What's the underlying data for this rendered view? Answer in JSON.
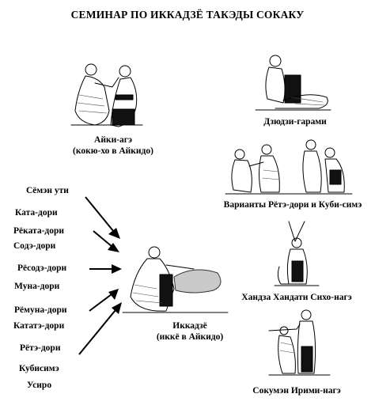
{
  "title": "СЕМИНАР ПО ИККАДЗЁ ТАКЭДЫ СОКАКУ",
  "captions": {
    "aiki_age": [
      "Айки-агэ",
      "(кокю-хо в Айкидо)"
    ],
    "dzyudzi_garami": [
      "Дзюдзи-гарами"
    ],
    "variants": [
      "Варианты Рётэ-дори и Куби-симэ"
    ],
    "handza": [
      "Хандза Хандати Сихо-нагэ"
    ],
    "ikkadze": [
      "Иккадзё",
      "(иккё в Айкидо)"
    ],
    "sokumen": [
      "Сокумэн Ирими-нагэ"
    ]
  },
  "techniques": [
    "Сёмэн ути",
    "Ката-дори",
    "Рёката-дори",
    "Содэ-дори",
    "Рёсодэ-дори",
    "Муна-дори",
    "Рёмуна-дори",
    "Кататэ-дори",
    "Рётэ-дори",
    "Кубисимэ",
    "Усиро"
  ]
}
